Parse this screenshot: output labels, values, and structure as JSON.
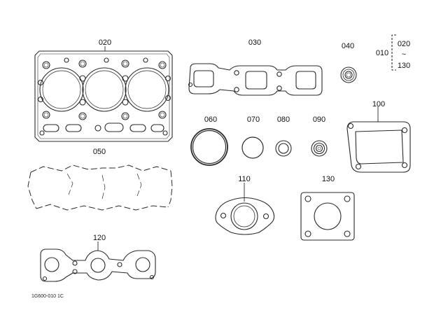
{
  "parts": [
    {
      "id": "head_gasket",
      "label": "020"
    },
    {
      "id": "exhaust_manifold_gasket",
      "label": "030"
    },
    {
      "id": "oil_seal",
      "label": "040"
    },
    {
      "id": "range_note",
      "from": "010",
      "top": "020",
      "tilde": "~",
      "bottom": "130"
    },
    {
      "id": "sump_gasket",
      "label": "050"
    },
    {
      "id": "oring_large",
      "label": "060"
    },
    {
      "id": "oring_medium",
      "label": "070"
    },
    {
      "id": "washer_small",
      "label": "080"
    },
    {
      "id": "seal_small",
      "label": "090"
    },
    {
      "id": "cover_gasket",
      "label": "100"
    },
    {
      "id": "thermostat_gasket",
      "label": "110"
    },
    {
      "id": "intake_manifold_gasket",
      "label": "120"
    },
    {
      "id": "square_gasket",
      "label": "130"
    }
  ],
  "footer": {
    "code": "1G600-010 1C"
  },
  "colors": {
    "line": "#2a2a2a",
    "background": "#ffffff"
  }
}
